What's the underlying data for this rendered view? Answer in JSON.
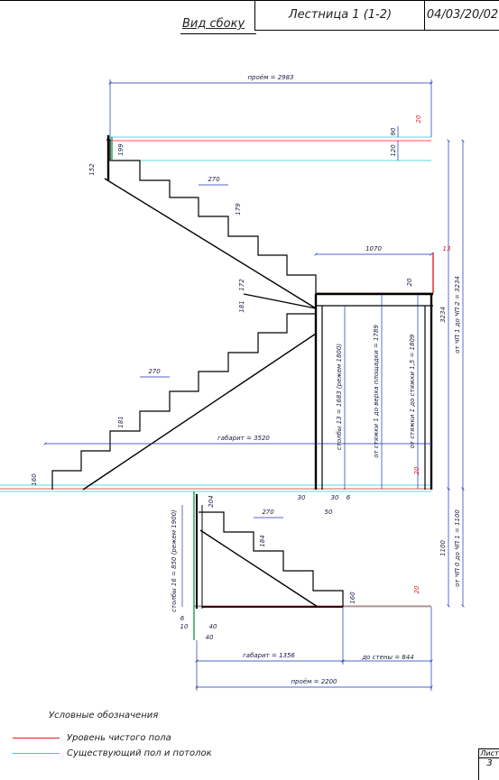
{
  "title_block": {
    "view": "Вид сбоку",
    "name": "Лестница 1 (1-2)",
    "date": "04/03/20/02"
  },
  "colors": {
    "line": "#000000",
    "dim": "#1a32b4",
    "floor_level": "#e01f1f",
    "existing": "#1fd0d8",
    "green": "#1aa04a"
  },
  "dimensions": {
    "opening_top": "проём = 2983",
    "d90": "90",
    "d20a": "20",
    "d120": "120",
    "d152": "152",
    "d199": "199",
    "d270a": "270",
    "d179": "179",
    "d1070": "1070",
    "d13": "13",
    "d20b": "20",
    "d172": "172",
    "d181a": "181",
    "d270b": "270",
    "d181b": "181",
    "clearance_top": "габарит = 3520",
    "d160a": "160",
    "posts13": "столбы 13 = 1683 (режем 1800)",
    "screed_top": "от стяжки 1 до верха площадки = 1789",
    "screed_15": "от стяжки 1 до стяжки 1,5 = 1809",
    "d3234": "3234",
    "floor_1_2": "от ЧП 1 до ЧП 2 = 3234",
    "d20c": "20",
    "d30a": "30",
    "d30b": "30",
    "d6a": "6",
    "d50": "50",
    "d204": "204",
    "d270c": "270",
    "d184": "184",
    "posts16": "столбы 16 = 850 (режем 1900)",
    "d160b": "160",
    "d20d": "20",
    "d1100": "1100",
    "floor_0_1": "от ЧП 0 до ЧП 1 = 1100",
    "d6b": "6",
    "d10": "10",
    "d40a": "40",
    "d40b": "40",
    "clearance_bottom": "габарит = 1356",
    "to_wall": "до стены = 844",
    "opening_bottom": "проём = 2200"
  },
  "legend": {
    "title": "Условные обозначения",
    "items": [
      {
        "label": "Уровень чистого пола",
        "color": "#e01f1f"
      },
      {
        "label": "Существующий пол и потолок",
        "color": "#1fd0d8"
      }
    ]
  },
  "sheet": {
    "label": "Лист",
    "number": "3"
  }
}
